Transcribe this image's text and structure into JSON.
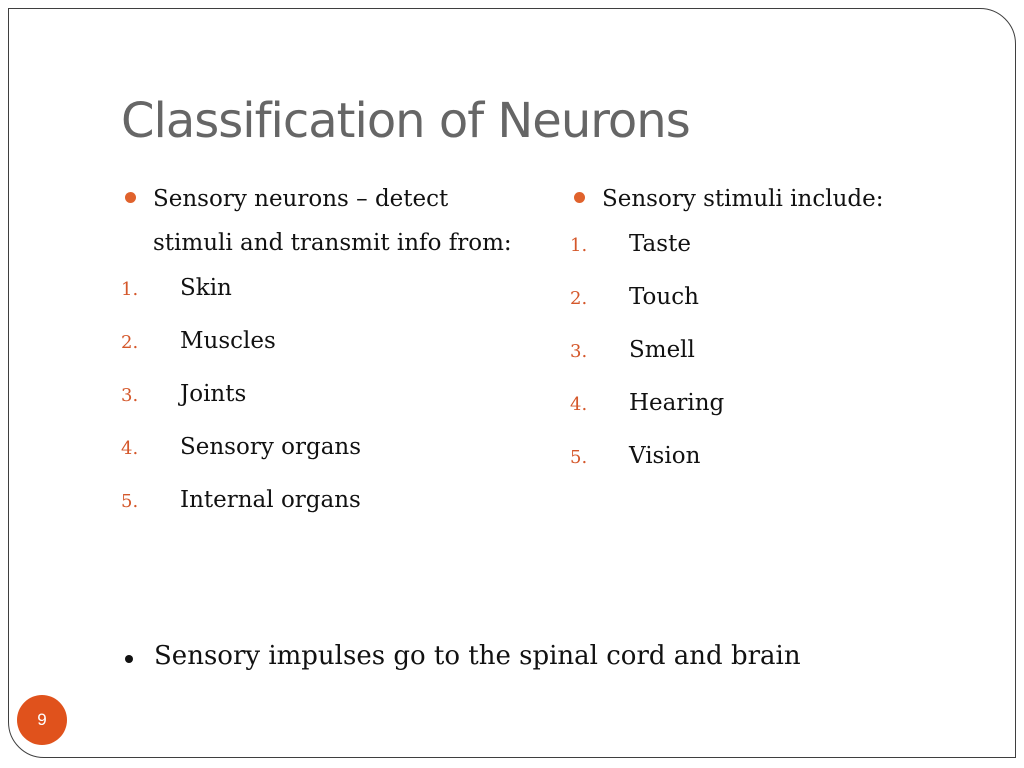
{
  "slide": {
    "title": "Classification of Neurons",
    "left_column": {
      "bullet": "Sensory neurons – detect stimuli and transmit info from:",
      "items": [
        {
          "num": "1.",
          "text": "Skin"
        },
        {
          "num": "2.",
          "text": "Muscles"
        },
        {
          "num": "3.",
          "text": "Joints"
        },
        {
          "num": "4.",
          "text": "Sensory organs"
        },
        {
          "num": "5.",
          "text": "Internal organs"
        }
      ]
    },
    "right_column": {
      "bullet": "Sensory stimuli include:",
      "items": [
        {
          "num": "1.",
          "text": "Taste"
        },
        {
          "num": "2.",
          "text": "Touch"
        },
        {
          "num": "3.",
          "text": "Smell"
        },
        {
          "num": "4.",
          "text": "Hearing"
        },
        {
          "num": "5.",
          "text": "Vision"
        }
      ]
    },
    "bottom_bullet": "Sensory impulses go to the spinal cord and brain",
    "page_number": "9"
  },
  "colors": {
    "accent": "#e0622c",
    "number": "#d4572a",
    "title": "#666666",
    "badge": "#e0521c"
  }
}
